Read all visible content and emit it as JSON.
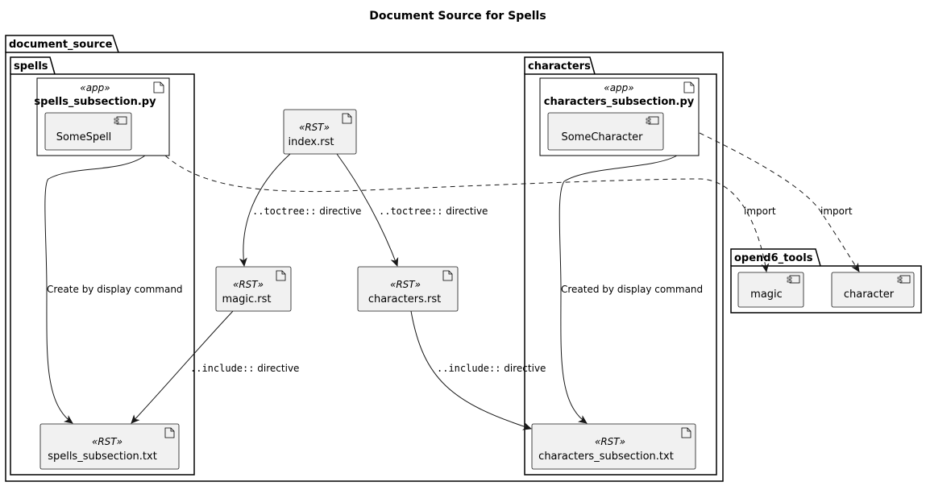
{
  "diagram": {
    "title": "Document Source for Spells",
    "packages": {
      "document_source": "document_source",
      "spells": "spells",
      "characters": "characters",
      "opend6_tools": "opend6_tools"
    },
    "nodes": {
      "spells_subsection_py": {
        "stereotype": "«app»",
        "label": "spells_subsection.py",
        "component": "SomeSpell"
      },
      "characters_subsection_py": {
        "stereotype": "«app»",
        "label": "characters_subsection.py",
        "component": "SomeCharacter"
      },
      "index_rst": {
        "stereotype": "«RST»",
        "label": "index.rst"
      },
      "magic_rst": {
        "stereotype": "«RST»",
        "label": "magic.rst"
      },
      "characters_rst": {
        "stereotype": "«RST»",
        "label": "characters.rst"
      },
      "spells_subsection_txt": {
        "stereotype": "«RST»",
        "label": "spells_subsection.txt"
      },
      "characters_subsection_txt": {
        "stereotype": "«RST»",
        "label": "characters_subsection.txt"
      },
      "magic": {
        "label": "magic"
      },
      "character": {
        "label": "character"
      }
    },
    "edges": {
      "toctree_magic": {
        "code": "..toctree::",
        "text": " directive"
      },
      "toctree_characters": {
        "code": "..toctree::",
        "text": " directive"
      },
      "include_magic": {
        "code": "..include::",
        "text": " directive"
      },
      "include_characters": {
        "code": "..include::",
        "text": " directive"
      },
      "create_spells": "Create by display command",
      "create_characters": "Created by display command",
      "import_magic": "import",
      "import_character": "import"
    }
  }
}
